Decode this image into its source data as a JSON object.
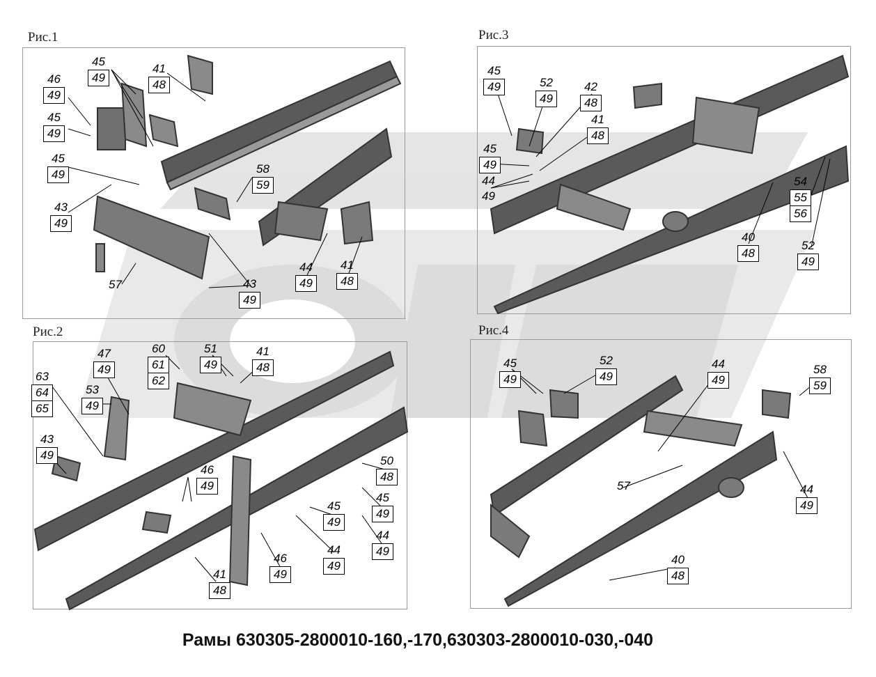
{
  "title": "Рамы 630305-2800010-160,-170,630303-2800010-030,-040",
  "watermark": {
    "text": "OPEX",
    "color": "#d9d9d9"
  },
  "colors": {
    "frame": "#3c3c3c",
    "frame_shade": "#8a8a8a",
    "leader": "#000000"
  },
  "panels": [
    {
      "id": "fig1",
      "title": "Рис.1",
      "callouts": [
        {
          "top": "45",
          "bottom": "49"
        },
        {
          "top": "41",
          "bottom": "48"
        },
        {
          "top": "46",
          "bottom": "49"
        },
        {
          "top": "45",
          "bottom": "49"
        },
        {
          "top": "45",
          "bottom": "49"
        },
        {
          "top": "58",
          "bottom": "59"
        },
        {
          "top": "43",
          "bottom": "49"
        },
        {
          "top": "44",
          "bottom": "49"
        },
        {
          "top": "41",
          "bottom": "48"
        },
        {
          "top": "57",
          "bottom": ""
        },
        {
          "top": "43",
          "bottom": "49"
        }
      ]
    },
    {
      "id": "fig2",
      "title": "Рис.2",
      "callouts": [
        {
          "top": "60",
          "middle": "61",
          "bottom": "62"
        },
        {
          "top": "51",
          "bottom": "49"
        },
        {
          "top": "41",
          "bottom": "48"
        },
        {
          "top": "47",
          "bottom": "49"
        },
        {
          "top": "63",
          "middle": "64",
          "bottom": "65"
        },
        {
          "top": "53",
          "bottom": "49"
        },
        {
          "top": "43",
          "bottom": "49"
        },
        {
          "top": "46",
          "bottom": "49"
        },
        {
          "top": "50",
          "bottom": "48"
        },
        {
          "top": "45",
          "bottom": "49"
        },
        {
          "top": "45",
          "bottom": "49"
        },
        {
          "top": "44",
          "bottom": "49"
        },
        {
          "top": "44",
          "bottom": "49"
        },
        {
          "top": "46",
          "bottom": "49"
        },
        {
          "top": "41",
          "bottom": "48"
        }
      ]
    },
    {
      "id": "fig3",
      "title": "Рис.3",
      "callouts": [
        {
          "top": "45",
          "bottom": "49"
        },
        {
          "top": "52",
          "bottom": "49"
        },
        {
          "top": "42",
          "bottom": "48"
        },
        {
          "top": "41",
          "bottom": "48"
        },
        {
          "top": "45",
          "bottom": "49"
        },
        {
          "top": "44",
          "bottom": "49"
        },
        {
          "top": "54",
          "middle": "55",
          "bottom": "56"
        },
        {
          "top": "40",
          "bottom": "48"
        },
        {
          "top": "52",
          "bottom": "49"
        }
      ]
    },
    {
      "id": "fig4",
      "title": "Рис.4",
      "callouts": [
        {
          "top": "45",
          "bottom": "49"
        },
        {
          "top": "52",
          "bottom": "49"
        },
        {
          "top": "44",
          "bottom": "49"
        },
        {
          "top": "58",
          "bottom": "59"
        },
        {
          "top": "57",
          "bottom": ""
        },
        {
          "top": "44",
          "bottom": "49"
        },
        {
          "top": "40",
          "bottom": "48"
        }
      ]
    }
  ]
}
